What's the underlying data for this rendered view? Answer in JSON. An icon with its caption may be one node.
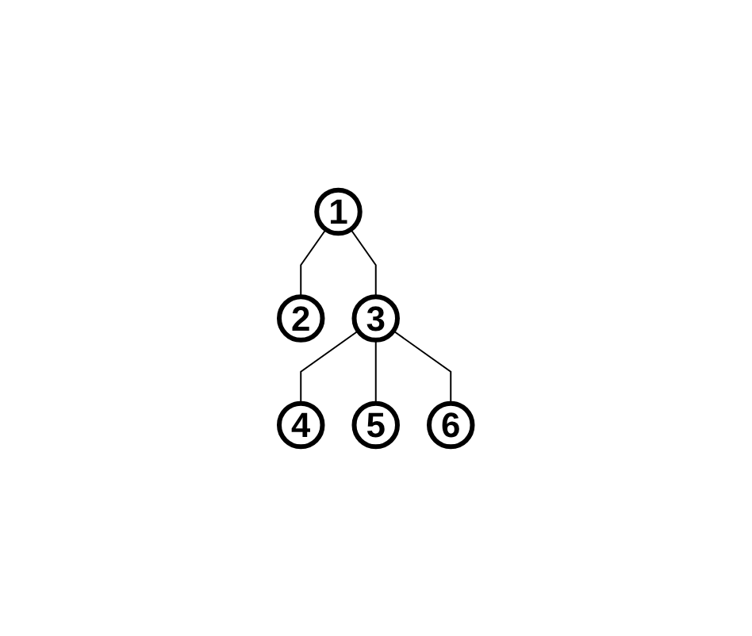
{
  "diagram": {
    "nodes": [
      {
        "text": [
          "1"
        ]
      },
      {
        "text": [
          "2"
        ]
      },
      {
        "text": [
          "3"
        ]
      },
      {
        "text": [
          "4"
        ]
      },
      {
        "text": [
          "5"
        ]
      },
      {
        "text": [
          "6"
        ]
      }
    ],
    "edges": [
      {
        "from": 0,
        "to": 1,
        "arrow": "none"
      },
      {
        "from": 0,
        "to": 2,
        "arrow": "none"
      },
      {
        "from": 2,
        "to": 3,
        "arrow": "none"
      },
      {
        "from": 2,
        "to": 4,
        "arrow": "none"
      },
      {
        "from": 2,
        "to": 5,
        "arrow": "none"
      }
    ]
  }
}
